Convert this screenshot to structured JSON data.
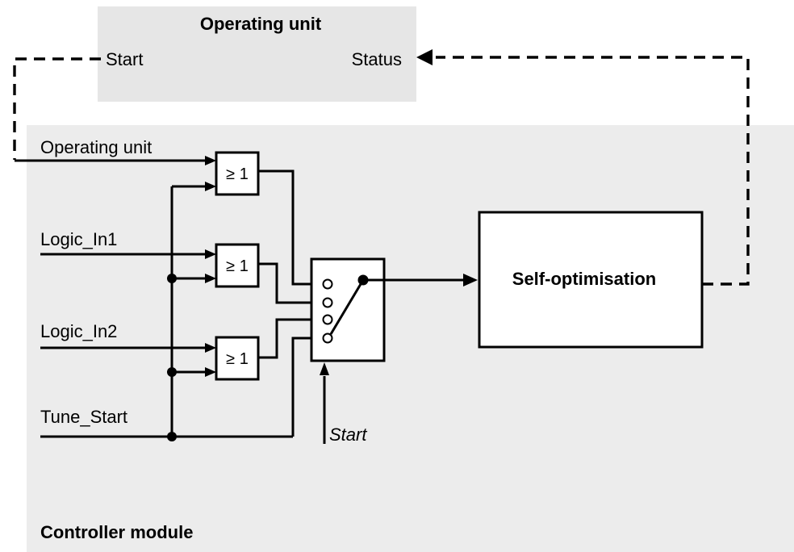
{
  "operating_unit": {
    "title": "Operating unit",
    "start_label": "Start",
    "status_label": "Status"
  },
  "controller_module": {
    "title": "Controller module"
  },
  "inputs": {
    "operating_unit": "Operating unit",
    "logic_in1": "Logic_In1",
    "logic_in2": "Logic_In2",
    "tune_start": "Tune_Start"
  },
  "gates": [
    {
      "label": "≥ 1"
    },
    {
      "label": "≥ 1"
    },
    {
      "label": "≥ 1"
    }
  ],
  "selector": {
    "control_label": "Start"
  },
  "self_optimisation": {
    "label": "Self-optimisation"
  },
  "colors": {
    "panel_background": "#ececec",
    "operating_unit_background": "#e6e6e6",
    "line": "#000000"
  }
}
